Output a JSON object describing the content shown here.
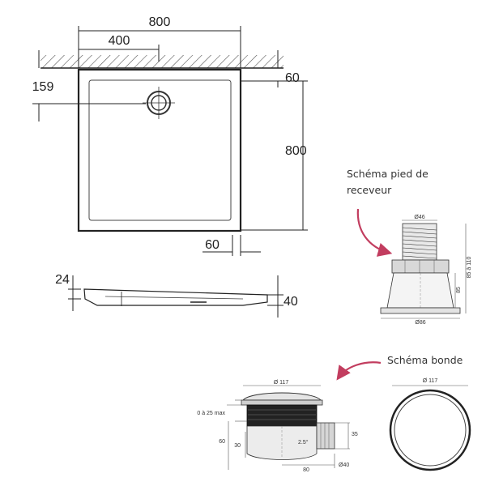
{
  "plan": {
    "width_total": "800",
    "width_half": "400",
    "drain_offset": "159",
    "depth_total": "800",
    "wall_gap": "60",
    "bottom_gap": "60"
  },
  "section": {
    "height_small": "24",
    "height_large": "40"
  },
  "foot_schema": {
    "caption_line1": "Schéma pied de",
    "caption_line2": "receveur",
    "top_diameter": "Ø46",
    "base_diameter": "Ø86",
    "height_range": "85 à 110",
    "body_height": "85"
  },
  "drain_schema": {
    "caption": "Schéma bonde",
    "cover_diameter": "Ø 117",
    "adjust_range": "0 à 25 max",
    "total_height": "60",
    "trap_height": "30",
    "slope": "2.5°",
    "outlet_height": "35",
    "outlet_length": "80",
    "outlet_diameter": "Ø40",
    "plan_diameter": "Ø 117"
  },
  "colors": {
    "accent": "#c23d5f",
    "line": "#222222"
  }
}
